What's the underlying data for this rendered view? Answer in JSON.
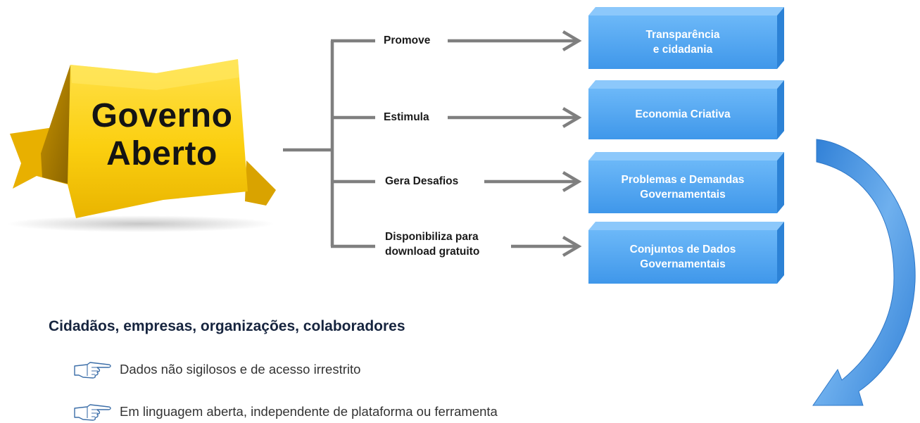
{
  "banner": {
    "line1": "Governo",
    "line2": "Aberto"
  },
  "branches": [
    {
      "verb": "Promove",
      "target": [
        "Transparência",
        "e cidadania"
      ]
    },
    {
      "verb": "Estimula",
      "target": [
        "Economia Criativa"
      ]
    },
    {
      "verb": "Gera Desafios",
      "target": [
        "Problemas e Demandas",
        "Governamentais"
      ]
    },
    {
      "verb": [
        "Disponibiliza para",
        "download gratuito"
      ],
      "target": [
        "Conjuntos de Dados",
        "Governamentais"
      ]
    }
  ],
  "audience": {
    "heading": "Cidadãos, empresas, organizações, colaboradores",
    "bullets": [
      "Dados não sigilosos e de acesso irrestrito",
      "Em linguagem aberta, independente de plataforma ou ferramenta"
    ]
  },
  "colors": {
    "banner_yellow": "#f7c800",
    "box_blue": "#4da3f2",
    "connector_gray": "#7f7f7f",
    "heading_navy": "#17253f",
    "curve_arrow_blue": "#5b9fe0"
  },
  "icons": {
    "bullet": "pointing-hand-icon",
    "flow": "curved-arrow-icon"
  }
}
